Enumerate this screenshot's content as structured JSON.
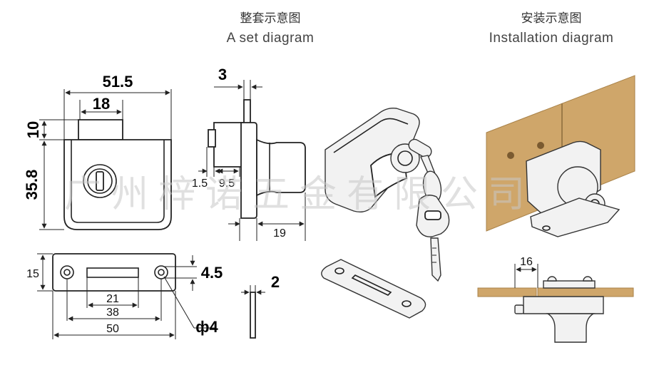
{
  "headings": {
    "set_cn": "整套示意图",
    "set_en": "A set diagram",
    "install_cn": "安装示意图",
    "install_en": "Installation diagram"
  },
  "dimensions": {
    "width_total": "51.5",
    "width_top": "18",
    "height_top": "10",
    "height_body": "35.8",
    "side_thickness": "3",
    "side_a": "1.5",
    "side_b": "9.5",
    "side_depth": "19",
    "plate_height": "15",
    "plate_hole": "4.5",
    "plate_slot": "21",
    "plate_holes_spacing": "38",
    "plate_length": "50",
    "hole_dia": "ф4",
    "plate_thickness": "2",
    "install_gap": "16"
  },
  "watermark": "广州梓诺五金有限公司",
  "colors": {
    "wood": "#cfa66a",
    "line": "#222222"
  }
}
